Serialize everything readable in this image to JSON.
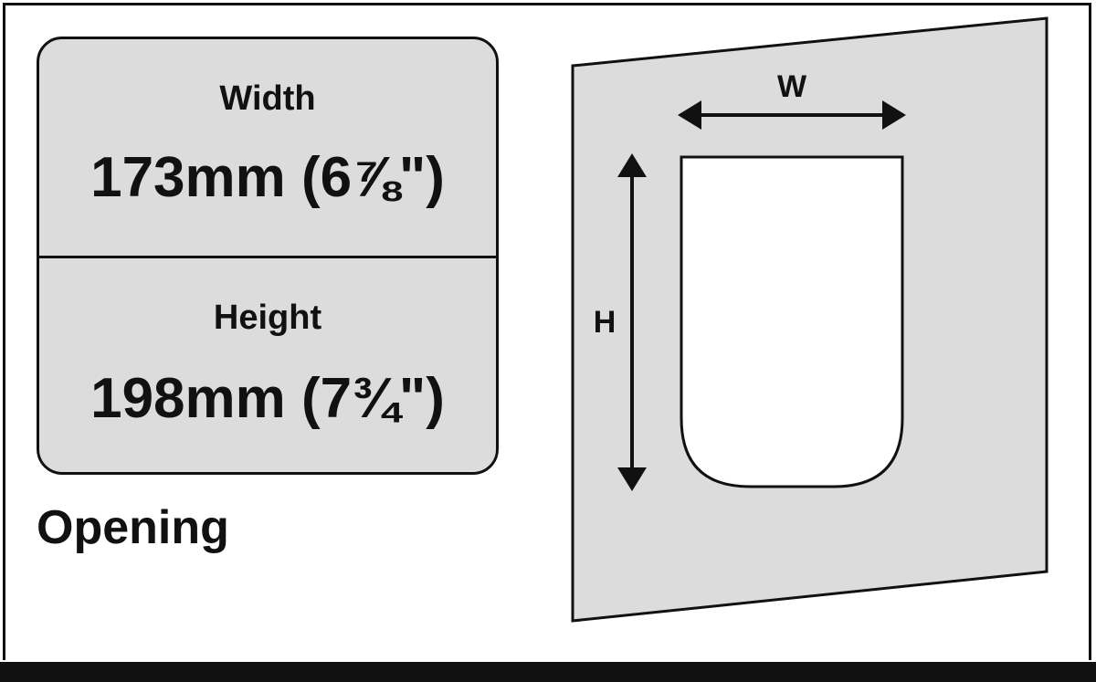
{
  "dimensions": {
    "width": {
      "label": "Width",
      "value": "173mm (6⅞\")"
    },
    "height": {
      "label": "Height",
      "value": "198mm (7¾\")"
    }
  },
  "title": "Opening",
  "diagram": {
    "width_marker": "W",
    "height_marker": "H"
  },
  "colors": {
    "panel_fill": "#dcdcdc",
    "stroke": "#111111",
    "opening_fill": "#ffffff"
  }
}
